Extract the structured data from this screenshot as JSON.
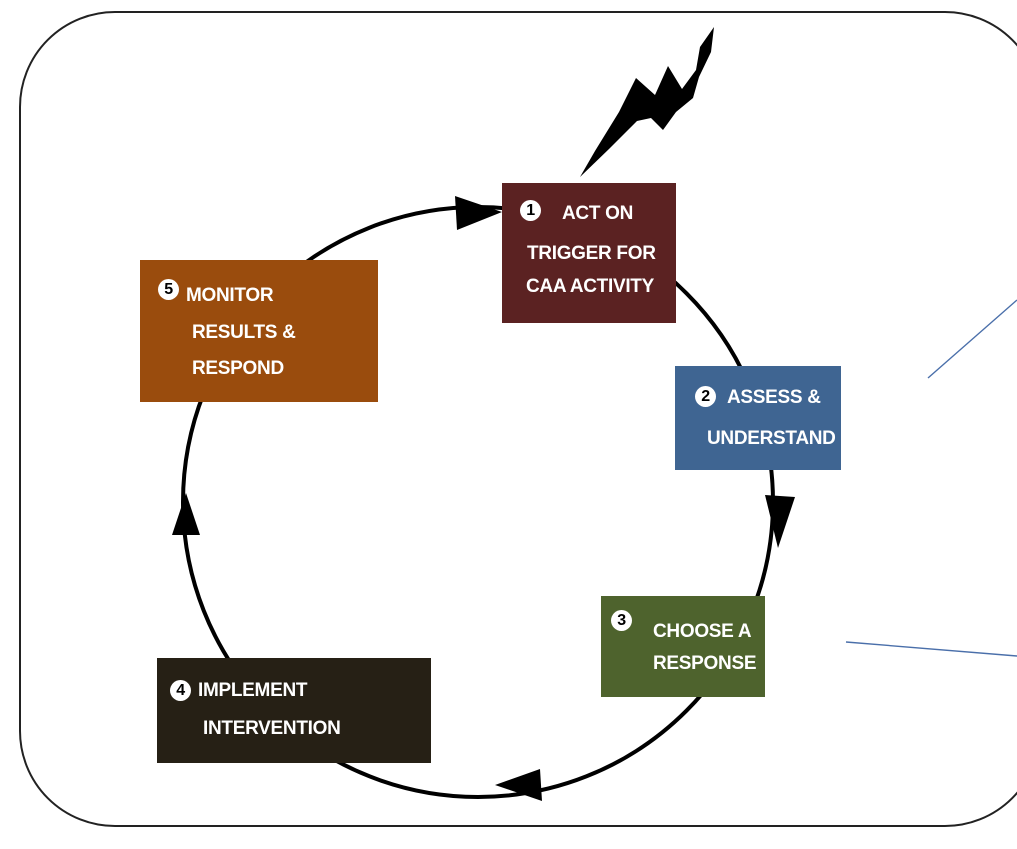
{
  "diagram": {
    "steps": [
      {
        "number": "1",
        "lines": [
          "ACT ON",
          "TRIGGER FOR",
          "CAA ACTIVITY"
        ],
        "color": "#5b2222"
      },
      {
        "number": "2",
        "lines": [
          "ASSESS &",
          "UNDERSTAND"
        ],
        "color": "#3f6592"
      },
      {
        "number": "3",
        "lines": [
          "CHOOSE A",
          "RESPONSE"
        ],
        "color": "#4e632d"
      },
      {
        "number": "4",
        "lines": [
          "IMPLEMENT",
          "INTERVENTION"
        ],
        "color": "#262015"
      },
      {
        "number": "5",
        "lines": [
          "MONITOR",
          "RESULTS &",
          "RESPOND"
        ],
        "color": "#9a4c0d"
      }
    ],
    "trigger_icon": "lightning-bolt-icon",
    "cycle": "clockwise"
  }
}
